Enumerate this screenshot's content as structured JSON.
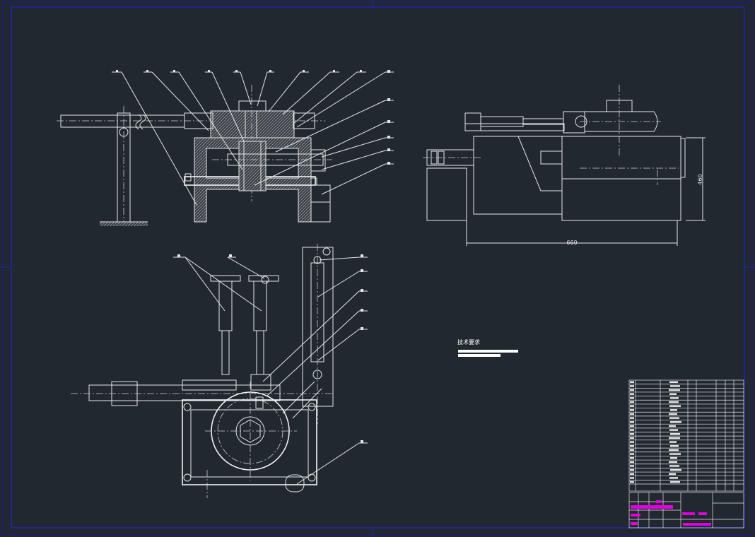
{
  "drawing": {
    "dimension_width": "660",
    "dimension_height": "460",
    "technical_requirements_title": "技术要求"
  },
  "colors": {
    "background": "#212830",
    "frame": "#1a1aa0",
    "lines": "#e6e6e6",
    "title_block_highlight": "#e000e0"
  }
}
